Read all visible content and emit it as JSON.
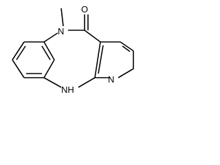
{
  "molecule": {
    "atoms": {
      "methyl": "CH3",
      "n_methyl": "N",
      "carbonyl_o": "O",
      "pyridine_n": "N",
      "amine_nh": "NH"
    }
  },
  "colors": {
    "bond": "#000000",
    "background": "#ffffff"
  }
}
